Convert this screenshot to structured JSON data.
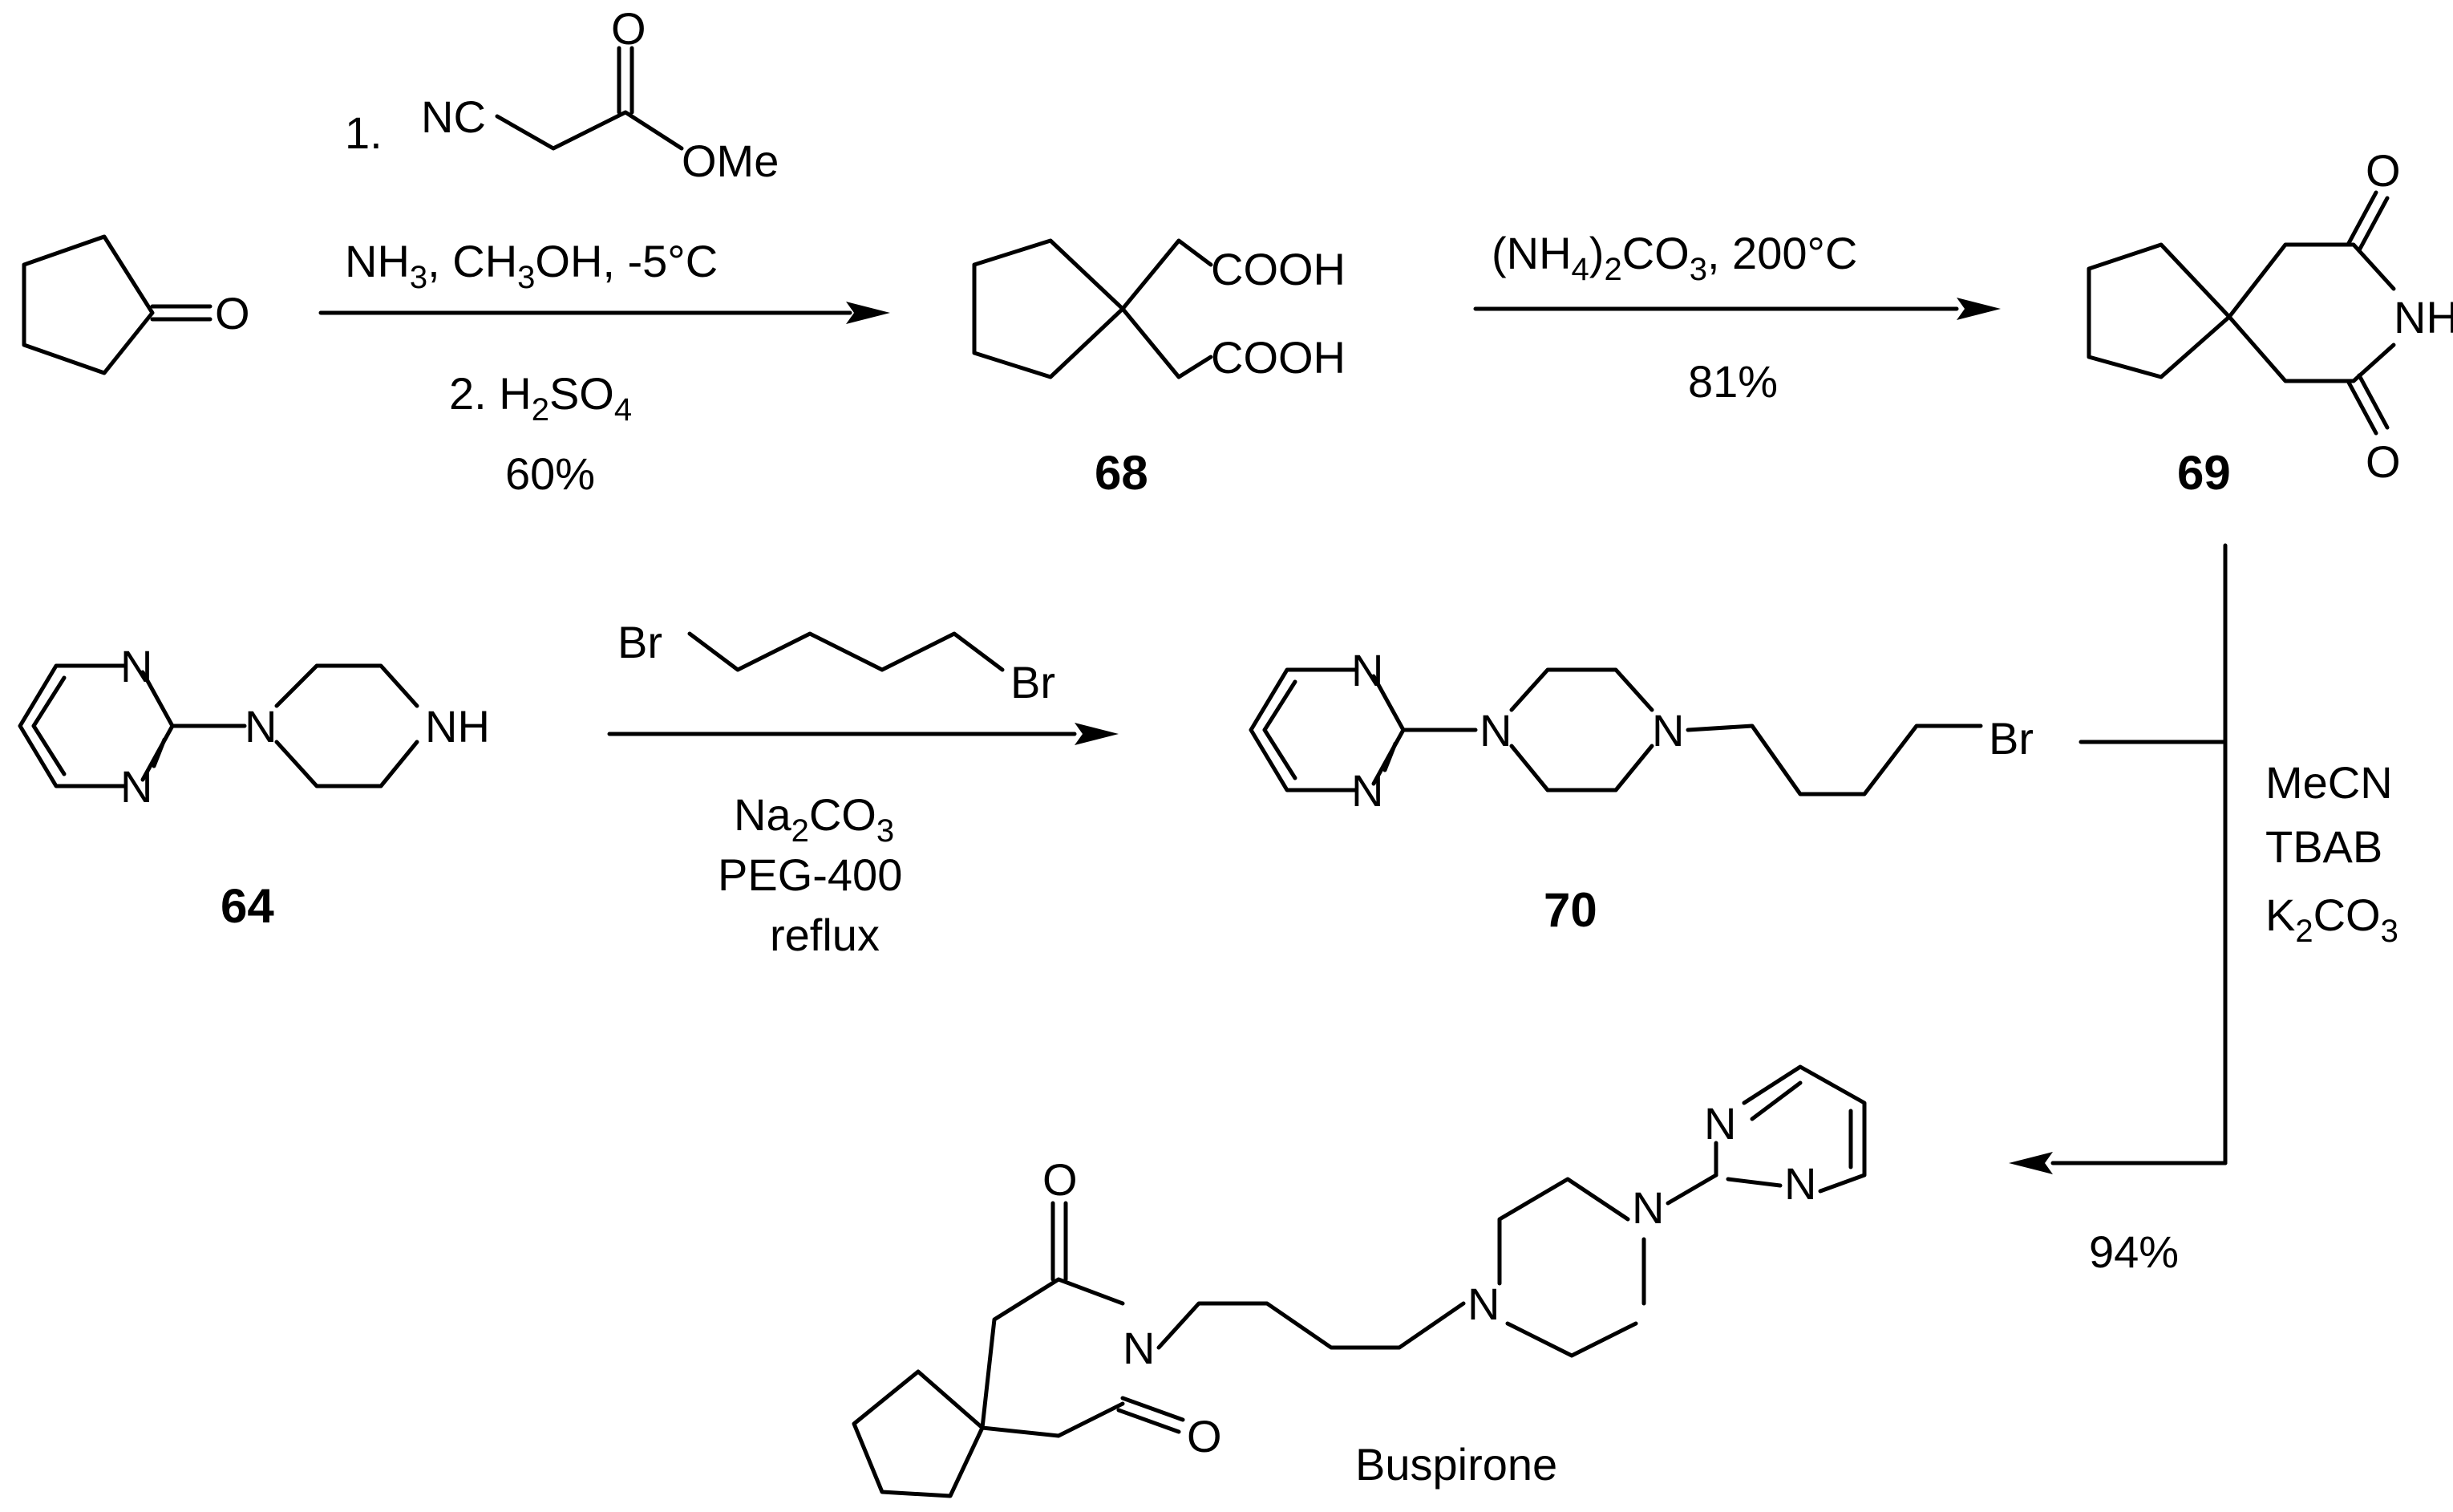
{
  "reagents": {
    "step1_num": "1.",
    "step1_left": "NC",
    "step1_right": "OMe",
    "step1_o": "O",
    "step1_cond_a": "NH",
    "step1_cond_a_sub1": "3",
    "step1_cond_b": ", CH",
    "step1_cond_b_sub": "3",
    "step1_cond_c": "OH, -5°C",
    "step2_a": "2. H",
    "step2_sub1": "2",
    "step2_b": "SO",
    "step2_sub2": "4",
    "step2_yield": "60%",
    "step3_a": "(NH",
    "step3_sub1": "4",
    "step3_b": ")",
    "step3_sub2": "2",
    "step3_c": "CO",
    "step3_sub3": "3",
    "step3_d": ", 200°C",
    "step3_yield": "81%",
    "step4_br1": "Br",
    "step4_br2": "Br",
    "step4_a": "Na",
    "step4_sub1": "2",
    "step4_b": "CO",
    "step4_sub2": "3",
    "step4_peg": "PEG-400",
    "step4_reflux": "reflux",
    "step5_mecn": "MeCN",
    "step5_tbab": "TBAB",
    "step5_k": "K",
    "step5_sub1": "2",
    "step5_co": "CO",
    "step5_sub2": "3",
    "step5_yield": "94%"
  },
  "compounds": {
    "cyclopentanone_o": "O",
    "c68_cooh1": "COOH",
    "c68_cooh2": "COOH",
    "c68_label": "68",
    "c69_o1": "O",
    "c69_nh": "NH",
    "c69_o2": "O",
    "c69_label": "69",
    "c64_n1": "N",
    "c64_n2": "N",
    "c64_n3": "N",
    "c64_nh": "NH",
    "c64_label": "64",
    "c70_n1": "N",
    "c70_n2": "N",
    "c70_n3": "N",
    "c70_n4": "N",
    "c70_br": "Br",
    "c70_label": "70",
    "bus_o1": "O",
    "bus_o2": "O",
    "bus_n_imide": "N",
    "bus_n_pip1": "N",
    "bus_n_pip2": "N",
    "bus_n_pyr1": "N",
    "bus_n_pyr2": "N",
    "bus_label": "Buspirone"
  }
}
